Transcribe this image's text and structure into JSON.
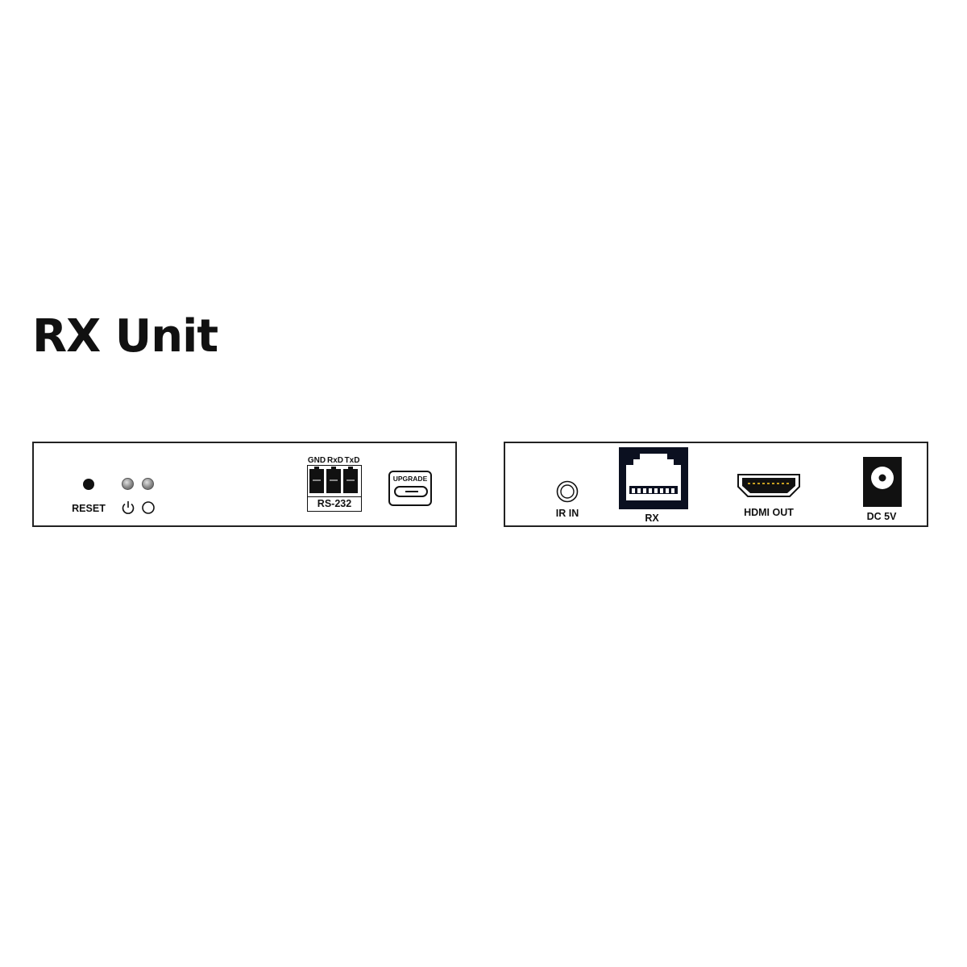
{
  "title": "RX Unit",
  "front_panel": {
    "reset_label": "RESET",
    "rs232": {
      "pins": [
        "GND",
        "RxD",
        "TxD"
      ],
      "label": "RS-232"
    },
    "upgrade_label": "UPGRADE"
  },
  "rear_panel": {
    "ir_in_label": "IR IN",
    "rx_label": "RX",
    "hdmi_out_label": "HDMI OUT",
    "dc_label": "DC 5V"
  },
  "colors": {
    "outline": "#222222",
    "hdmi_contacts": "#c8a020"
  }
}
